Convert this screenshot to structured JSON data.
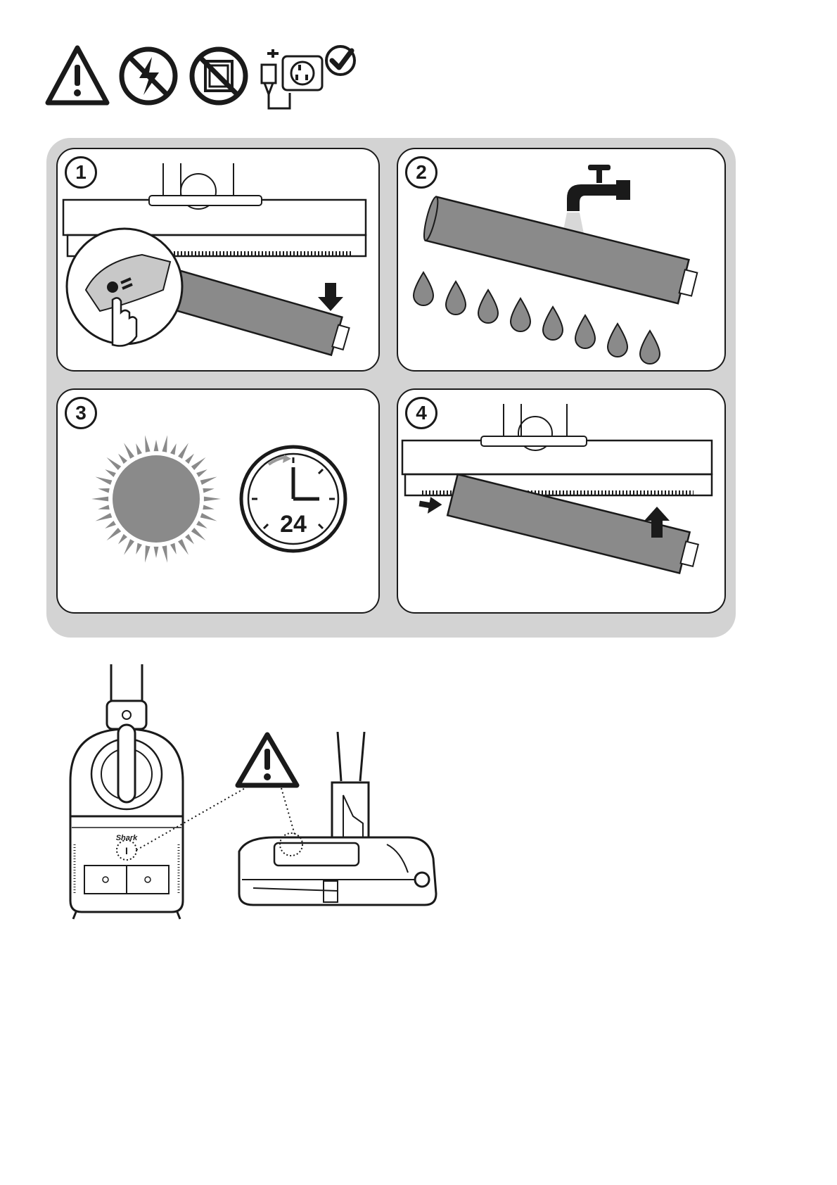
{
  "warning_icons": [
    {
      "icon": "warning-triangle-icon"
    },
    {
      "icon": "no-electricity-icon"
    },
    {
      "icon": "no-wash-machine-icon"
    },
    {
      "icon": "unplug-appliance-check-icon"
    }
  ],
  "steps": [
    {
      "number": "1",
      "icon": "remove-brushroll-icon"
    },
    {
      "number": "2",
      "icon": "rinse-under-tap-icon"
    },
    {
      "number": "3",
      "icon": "sun-dry-icon",
      "clock_label": "24"
    },
    {
      "number": "4",
      "icon": "reinsert-brushroll-icon"
    }
  ],
  "bottom": {
    "brand_label": "Shark",
    "power_symbol": "I",
    "icons": [
      "base-station-icon",
      "warning-triangle-icon",
      "floor-head-icon"
    ]
  },
  "colors": {
    "line": "#1a1a1a",
    "frame": "#d3d3d3",
    "fill_gray": "#8a8a8a",
    "light_gray": "#c8c8c8"
  }
}
